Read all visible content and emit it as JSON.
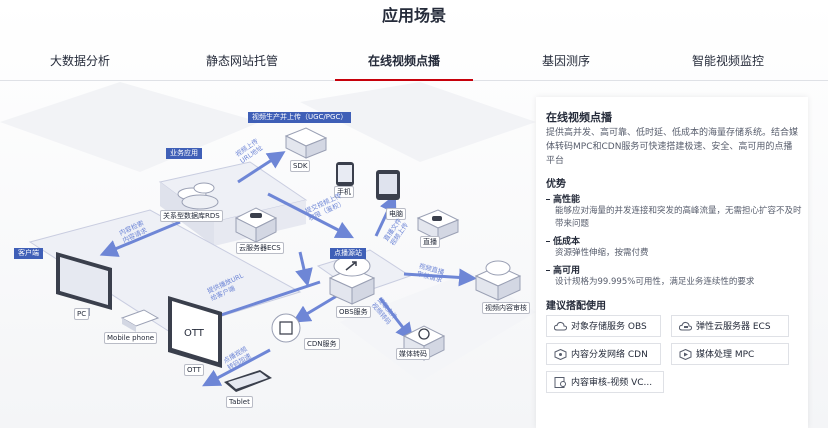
{
  "page": {
    "section_title": "应用场景"
  },
  "tabs": [
    {
      "label": "大数据分析"
    },
    {
      "label": "静态网站托管"
    },
    {
      "label": "在线视频点播",
      "active": true
    },
    {
      "label": "基因测序"
    },
    {
      "label": "智能视频监控"
    }
  ],
  "diagram": {
    "tags": {
      "upload": "视频生产并上传（UGC/PGC）",
      "business": "业务应用",
      "client": "客户端",
      "origin": "点播源站"
    },
    "nodes": {
      "sdk": "SDK",
      "phone": "手机",
      "computer": "电脑",
      "live": "直播",
      "rds": "关系型数据库RDS",
      "ecs": "云服务器ECS",
      "pc": "PC",
      "mobile": "Mobile phone",
      "ott_screen": "OTT",
      "ott": "OTT",
      "tablet": "Tablet",
      "obs": "OBS服务",
      "cdn": "CDN服务",
      "transcode": "媒体转码",
      "review": "视频内容审核"
    },
    "flows": {
      "f1": "视频上传",
      "f1b": "URL地址",
      "f2": "提交视频上传",
      "f2b": "权限（鉴权）",
      "f3": "直播文件",
      "f3b": "视频上传",
      "f4": "内容检索",
      "f4b": "内容请求",
      "f5": "视频直播",
      "f5b": "审核请求",
      "f6": "提供播放URL",
      "f6b": "给客户端",
      "f7": "提取文件",
      "f7b": "视频转码",
      "f8": "点播视频",
      "f8b": "转码加速"
    },
    "colors": {
      "accent": "#c7000b",
      "tag": "#3f5fb7",
      "arrow": "#6e86d6"
    }
  },
  "panel": {
    "title": "在线视频点播",
    "description": "提供高并发、高可靠、低时延、低成本的海量存储系统。结合媒体转码MPC和CDN服务可快速搭建极速、安全、高可用的点播平台",
    "advantages_title": "优势",
    "advantages": [
      {
        "name": "高性能",
        "desc": "能够应对海量的并发连接和突发的高峰流量，无需担心扩容不及时带来问题"
      },
      {
        "name": "低成本",
        "desc": "资源弹性伸缩，按需付费"
      },
      {
        "name": "高可用",
        "desc": "设计规格为99.995%可用性，满足业务连续性的要求"
      }
    ],
    "services_title": "建议搭配使用",
    "services": [
      {
        "icon": "cloud-storage-icon",
        "label": "对象存储服务 OBS"
      },
      {
        "icon": "cloud-server-icon",
        "label": "弹性云服务器 ECS"
      },
      {
        "icon": "cdn-icon",
        "label": "内容分发网络 CDN"
      },
      {
        "icon": "media-processing-icon",
        "label": "媒体处理 MPC"
      },
      {
        "icon": "content-review-icon",
        "label": "内容审核-视频 VC..."
      }
    ]
  }
}
